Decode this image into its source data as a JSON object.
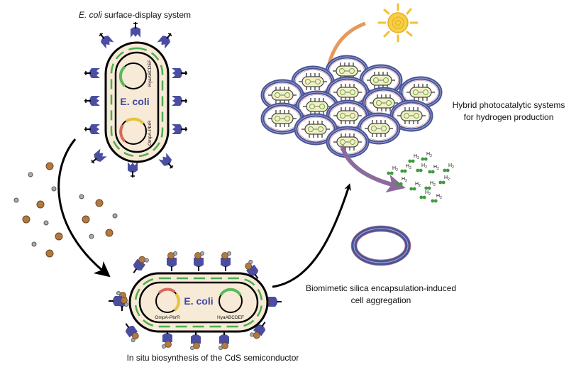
{
  "labels": {
    "top_title_italic": "E. coli",
    "top_title_rest": " surface-display system",
    "bottom_title": "In situ biosynthesis of the CdS semiconductor",
    "right_title_line1": "Hybrid photocatalytic systems",
    "right_title_line2": "for hydrogen production",
    "silica_line1": "Biomimetic silica encapsulation-induced",
    "silica_line2": "cell aggregation"
  },
  "cell_top": {
    "name": "E. coli",
    "plasmids": [
      "HyaABCDEF",
      "OmpA-PbrR"
    ]
  },
  "cell_bottom": {
    "name": "E. coli",
    "plasmids": [
      "OmpA-PbrR",
      "HyaABCDEF"
    ]
  },
  "h2_label": "H",
  "h2_sub": "2",
  "colors": {
    "protein": "#4b4ea0",
    "cytoplasm": "#f7ead7",
    "membrane_green": "#4caf50",
    "plasmid_green": "#5cb85c",
    "plasmid_red": "#d9695a",
    "plasmid_yellow": "#e8c23c",
    "cd_particle": "#b07a40",
    "s_particle": "#9a9a9a",
    "sun": "#f2c12e",
    "light_arrow": "#e59a5c",
    "product_arrow": "#8c6a9c",
    "silica_shell": "#4a5496",
    "h2_molecule": "#3e9a3e"
  }
}
